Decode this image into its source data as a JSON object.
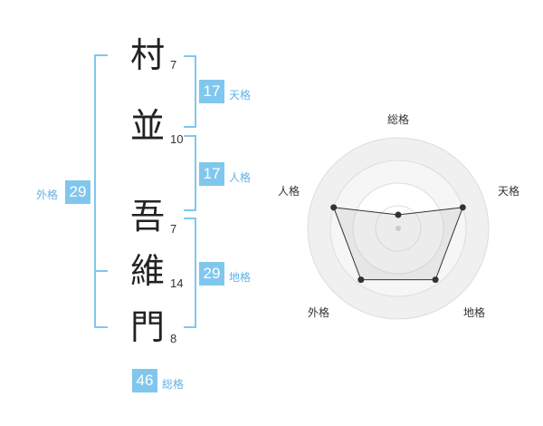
{
  "characters": [
    {
      "char": "村",
      "strokes": "7"
    },
    {
      "char": "並",
      "strokes": "10"
    },
    {
      "char": "吾",
      "strokes": "7"
    },
    {
      "char": "維",
      "strokes": "14"
    },
    {
      "char": "門",
      "strokes": "8"
    }
  ],
  "kakusu": {
    "tenkaku": {
      "value": "17",
      "label": "天格"
    },
    "jinkaku": {
      "value": "17",
      "label": "人格"
    },
    "chikaku": {
      "value": "29",
      "label": "地格"
    },
    "gaikaku": {
      "value": "29",
      "label": "外格"
    },
    "soukaku": {
      "value": "46",
      "label": "総格"
    }
  },
  "chart_data": {
    "type": "radar",
    "axes": [
      "総格",
      "天格",
      "地格",
      "外格",
      "人格"
    ],
    "values": [
      0.15,
      0.75,
      0.7,
      0.7,
      0.75
    ],
    "rings": 4
  },
  "colors": {
    "accent": "#80c7ee",
    "accent_text": "#62b2e6",
    "radar_fill": "#eeeeee",
    "radar_line": "#333333"
  }
}
